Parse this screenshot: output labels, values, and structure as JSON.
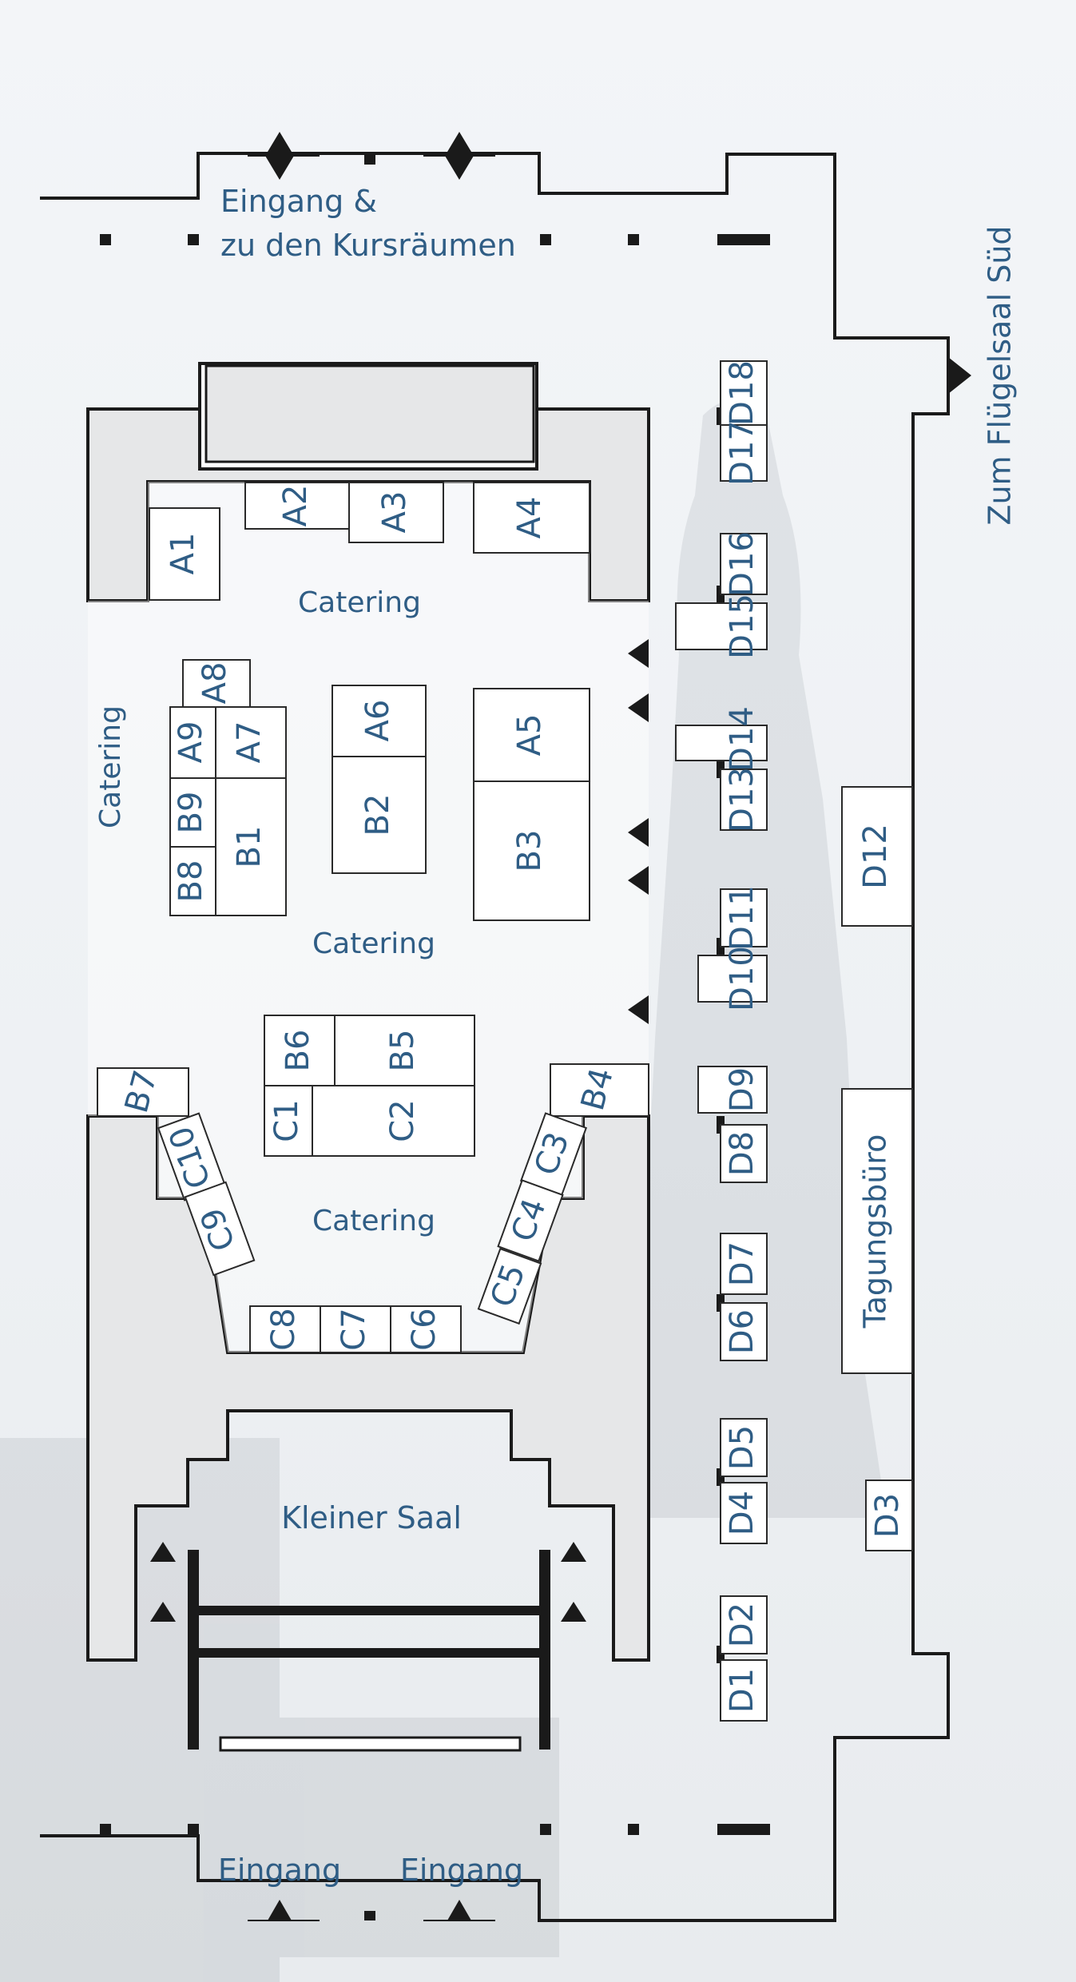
{
  "labels": {
    "entrance_top_line1": "Eingang &",
    "entrance_top_line2": "zu den Kursräumen",
    "wing_south": "Zum Flügelsaal Süd",
    "catering_top": "Catering",
    "catering_left": "Catering",
    "catering_middle": "Catering",
    "catering_bottom": "Catering",
    "small_hall": "Kleiner Saal",
    "entrance_bottom_left": "Eingang",
    "entrance_bottom_right": "Eingang",
    "conference_office": "Tagungsbüro"
  },
  "booths": {
    "A1": "A1",
    "A2": "A2",
    "A3": "A3",
    "A4": "A4",
    "A5": "A5",
    "A6": "A6",
    "A7": "A7",
    "A8": "A8",
    "A9": "A9",
    "B1": "B1",
    "B2": "B2",
    "B3": "B3",
    "B4": "B4",
    "B5": "B5",
    "B6": "B6",
    "B7": "B7",
    "B8": "B8",
    "B9": "B9",
    "C1": "C1",
    "C2": "C2",
    "C3": "C3",
    "C4": "C4",
    "C5": "C5",
    "C6": "C6",
    "C7": "C7",
    "C8": "C8",
    "C9": "C9",
    "C10": "C10",
    "D1": "D1",
    "D2": "D2",
    "D3": "D3",
    "D4": "D4",
    "D5": "D5",
    "D6": "D6",
    "D7": "D7",
    "D8": "D8",
    "D9": "D9",
    "D10": "D10",
    "D11": "D11",
    "D12": "D12",
    "D13": "D13",
    "D14": "D14",
    "D15": "D15",
    "D16": "D16",
    "D17": "D17",
    "D18": "D18"
  },
  "colors": {
    "label": "#2f5d85",
    "wall": "#1a1a1a",
    "grey_area": "#e6e7e8",
    "background": "#f0f2f5"
  }
}
